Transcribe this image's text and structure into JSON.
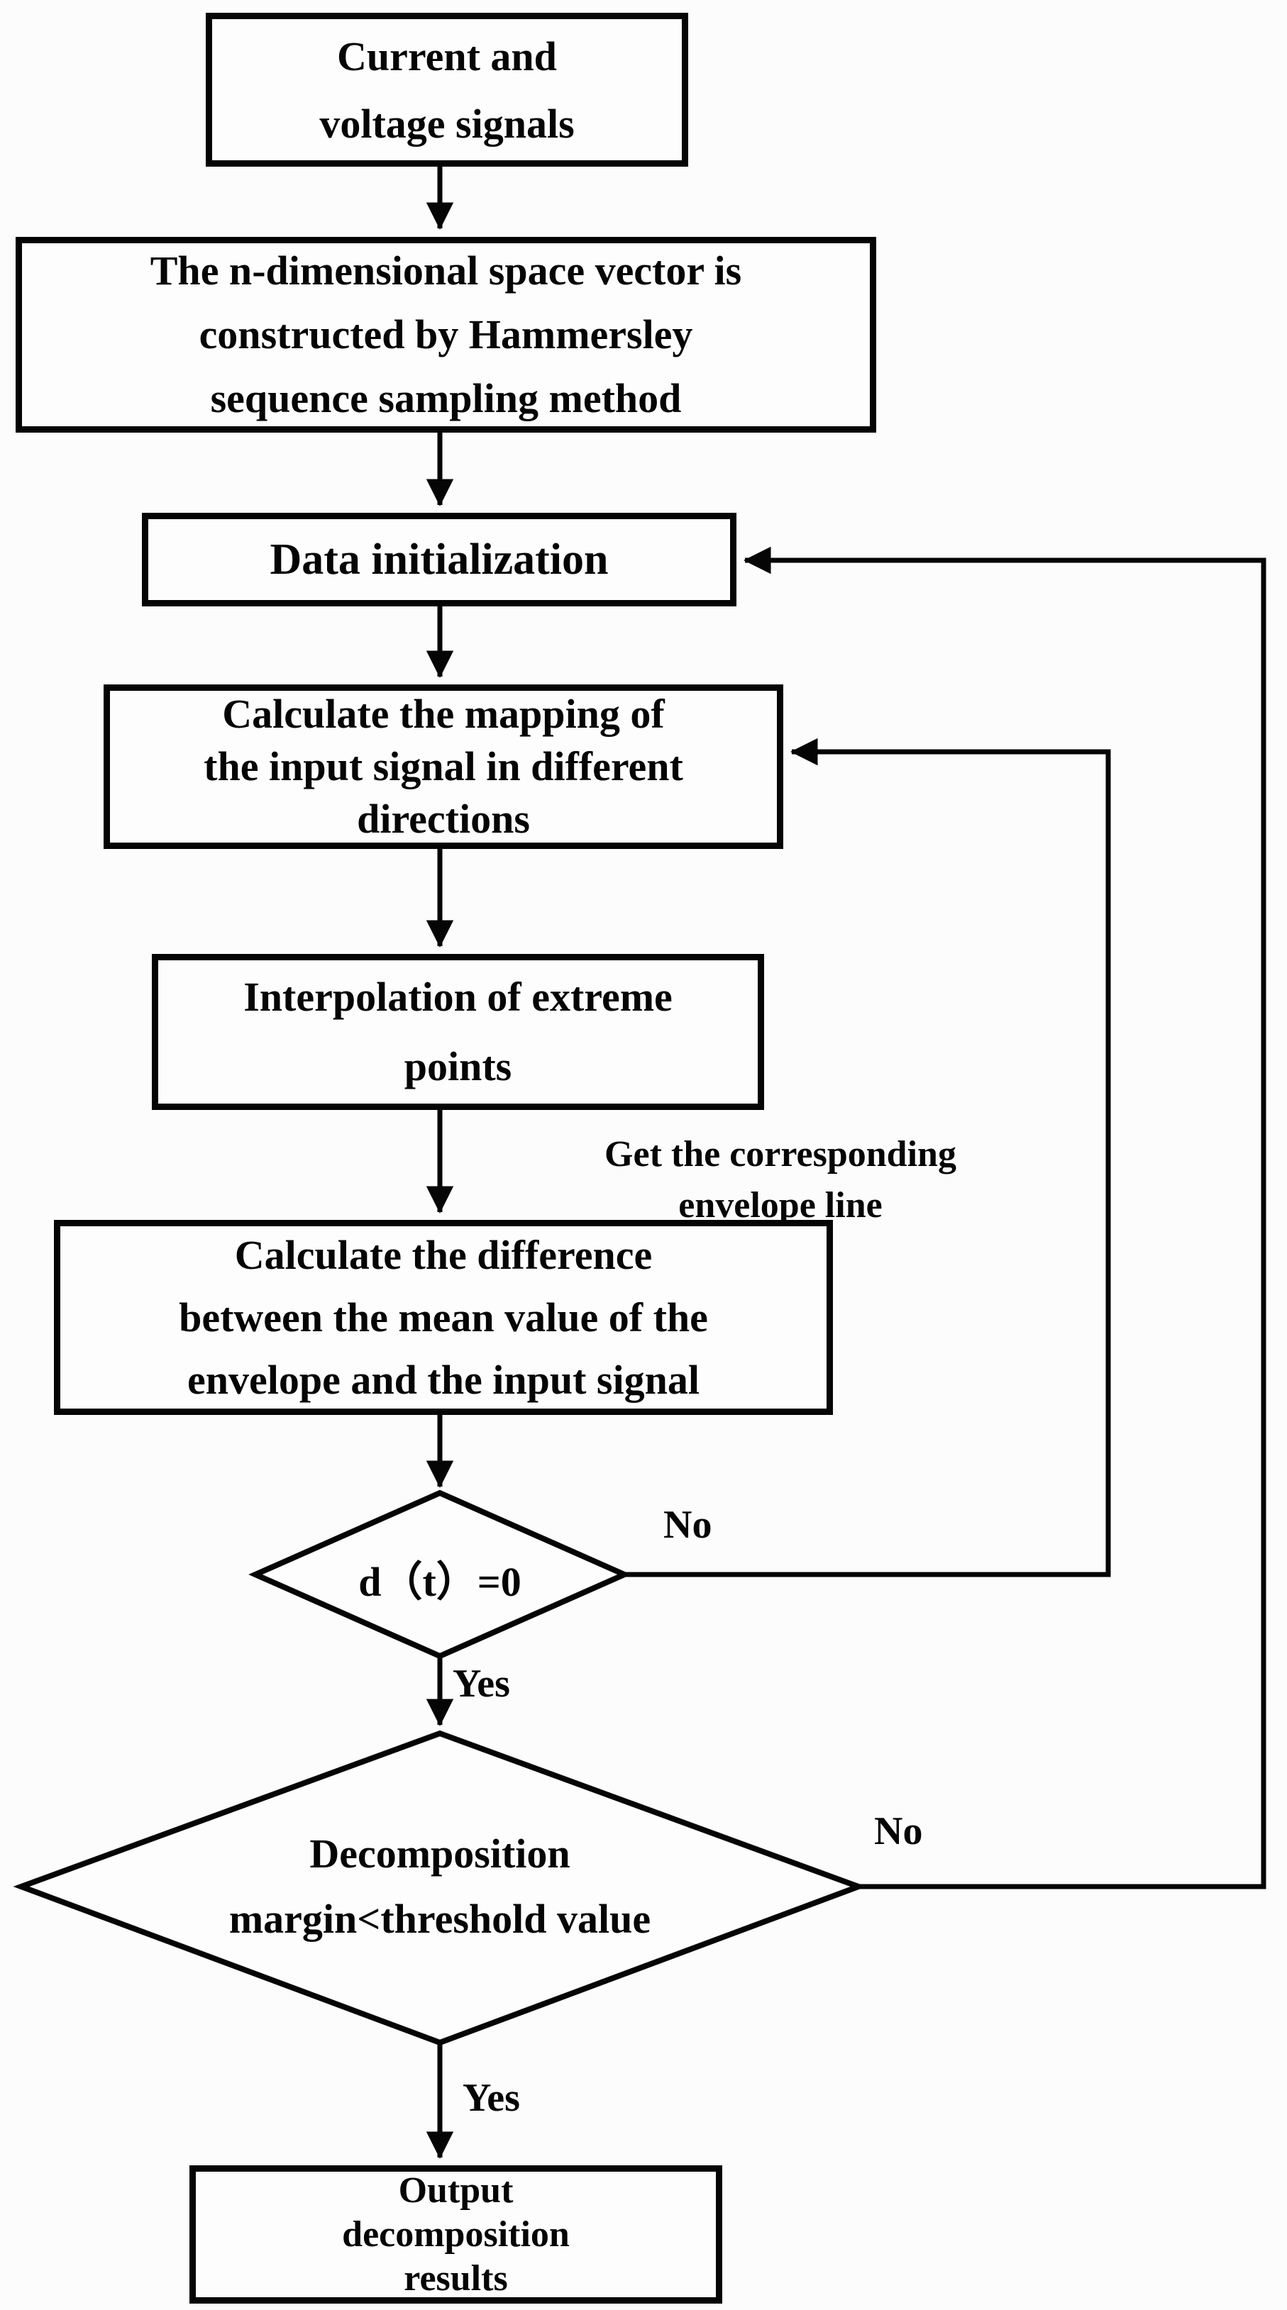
{
  "title": "NMD decomposition flowchart",
  "colors": {
    "line": "#050505",
    "background": "#fcfcfc",
    "node_fill": "#fdfdfd"
  },
  "nodes": {
    "start": {
      "lines": [
        "Current and",
        "voltage signals"
      ]
    },
    "construct": {
      "lines": [
        "The n-dimensional space vector is",
        "constructed by Hammersley",
        "sequence sampling method"
      ]
    },
    "init": {
      "lines": [
        "Data initialization"
      ]
    },
    "mapping": {
      "lines": [
        "Calculate the mapping of",
        "the input signal in different",
        "directions"
      ]
    },
    "interpolation": {
      "lines": [
        "Interpolation of extreme",
        "points"
      ]
    },
    "difference": {
      "lines": [
        "Calculate the difference",
        "between the mean value of the",
        "envelope and the input signal"
      ]
    },
    "decision_dt": {
      "label": "d（t）=0"
    },
    "decision_margin": {
      "lines": [
        "Decomposition",
        "margin<threshold value"
      ]
    },
    "output": {
      "lines": [
        "Output",
        "decomposition",
        "results"
      ]
    }
  },
  "edges": {
    "annotation": {
      "lines": [
        "Get the corresponding",
        "envelope line"
      ]
    },
    "dt_no": "No",
    "dt_yes": "Yes",
    "margin_no": "No",
    "margin_yes": "Yes"
  }
}
